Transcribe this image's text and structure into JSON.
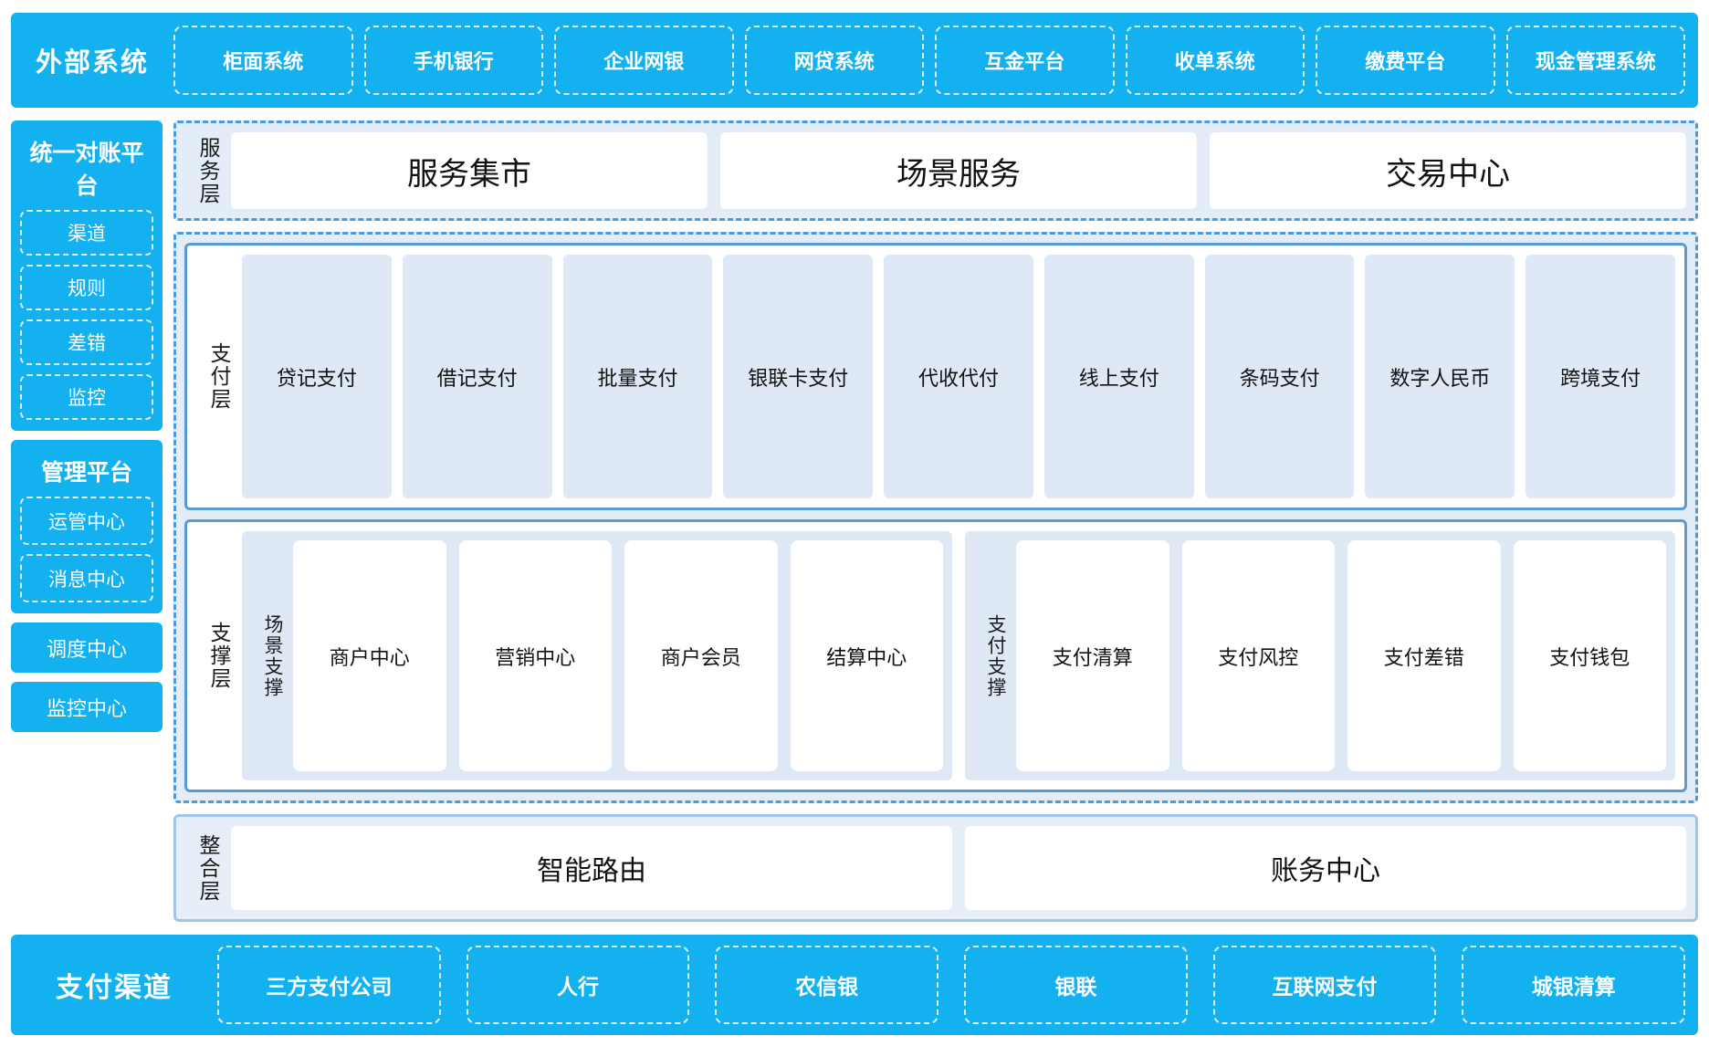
{
  "colors": {
    "brand_blue": "#14B1F0",
    "panel_bg": "#E2EDF8",
    "card_blue": "#DEE9F5",
    "border_blue": "#5B9BD5",
    "dashed_blue": "#4A9BDB"
  },
  "external_systems": {
    "title": "外部系统",
    "items": [
      {
        "label": "柜面系统"
      },
      {
        "label": "手机银行"
      },
      {
        "label": "企业网银"
      },
      {
        "label": "网贷系统"
      },
      {
        "label": "互金平台"
      },
      {
        "label": "收单系统"
      },
      {
        "label": "缴费平台"
      },
      {
        "label": "现金管理系统"
      }
    ]
  },
  "sidebar": {
    "reconciliation": {
      "title": "统一对账平台",
      "items": [
        {
          "label": "渠道"
        },
        {
          "label": "规则"
        },
        {
          "label": "差错"
        },
        {
          "label": "监控"
        }
      ]
    },
    "management": {
      "title": "管理平台",
      "items": [
        {
          "label": "运管中心"
        },
        {
          "label": "消息中心"
        }
      ]
    },
    "standalone": [
      {
        "label": "调度中心"
      },
      {
        "label": "监控中心"
      }
    ]
  },
  "service_layer": {
    "label": "服务层",
    "cards": [
      {
        "label": "服务集市"
      },
      {
        "label": "场景服务"
      },
      {
        "label": "交易中心"
      }
    ]
  },
  "payment_layer": {
    "label": "支付层",
    "cards": [
      {
        "label": "贷记支付"
      },
      {
        "label": "借记支付"
      },
      {
        "label": "批量支付"
      },
      {
        "label": "银联卡支付"
      },
      {
        "label": "代收代付"
      },
      {
        "label": "线上支付"
      },
      {
        "label": "条码支付"
      },
      {
        "label": "数字人民币"
      },
      {
        "label": "跨境支付"
      }
    ]
  },
  "support_layer": {
    "label": "支撑层",
    "groups": [
      {
        "label": "场景支撑",
        "cards": [
          {
            "label": "商户中心"
          },
          {
            "label": "营销中心"
          },
          {
            "label": "商户会员"
          },
          {
            "label": "结算中心"
          }
        ]
      },
      {
        "label": "支付支撑",
        "cards": [
          {
            "label": "支付清算"
          },
          {
            "label": "支付风控"
          },
          {
            "label": "支付差错"
          },
          {
            "label": "支付钱包"
          }
        ]
      }
    ]
  },
  "integration_layer": {
    "label": "整合层",
    "cards": [
      {
        "label": "智能路由"
      },
      {
        "label": "账务中心"
      }
    ]
  },
  "payment_channels": {
    "title": "支付渠道",
    "items": [
      {
        "label": "三方支付公司"
      },
      {
        "label": "人行"
      },
      {
        "label": "农信银"
      },
      {
        "label": "银联"
      },
      {
        "label": "互联网支付"
      },
      {
        "label": "城银清算"
      }
    ]
  }
}
